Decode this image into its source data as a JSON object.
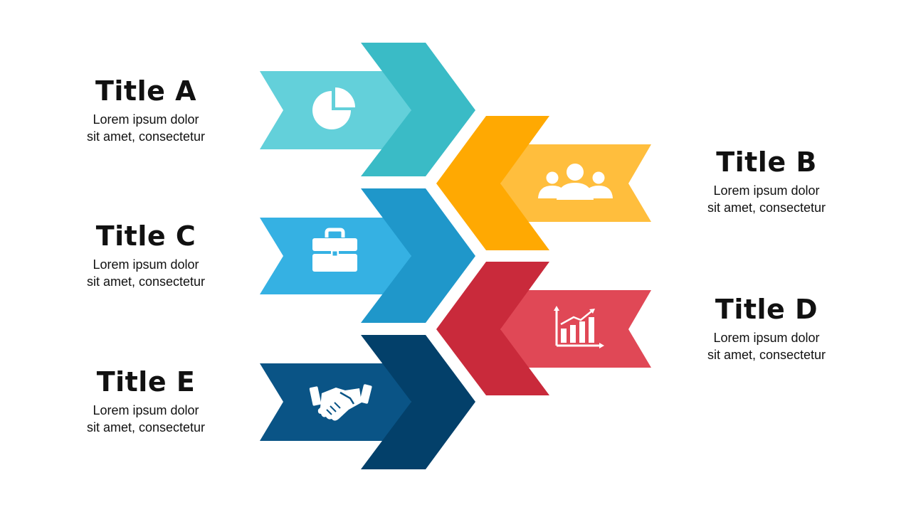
{
  "items": [
    {
      "id": "a",
      "title": "Title A",
      "desc_line1": "Lorem ipsum dolor",
      "desc_line2": "sit amet, consectetur",
      "icon": "pie-chart-icon",
      "color_light": "#63D0DA",
      "color_dark": "#3ABBC6"
    },
    {
      "id": "b",
      "title": "Title B",
      "desc_line1": "Lorem ipsum dolor",
      "desc_line2": "sit amet, consectetur",
      "icon": "people-icon",
      "color_light": "#FFBE3D",
      "color_dark": "#FFA902"
    },
    {
      "id": "c",
      "title": "Title C",
      "desc_line1": "Lorem ipsum dolor",
      "desc_line2": "sit amet, consectetur",
      "icon": "briefcase-icon",
      "color_light": "#35B1E3",
      "color_dark": "#1F97CA"
    },
    {
      "id": "d",
      "title": "Title D",
      "desc_line1": "Lorem ipsum dolor",
      "desc_line2": "sit amet, consectetur",
      "icon": "bar-chart-icon",
      "color_light": "#E04856",
      "color_dark": "#C92A3B"
    },
    {
      "id": "e",
      "title": "Title E",
      "desc_line1": "Lorem ipsum dolor",
      "desc_line2": "sit amet, consectetur",
      "icon": "handshake-icon",
      "color_light": "#0A5486",
      "color_dark": "#03406A"
    }
  ]
}
